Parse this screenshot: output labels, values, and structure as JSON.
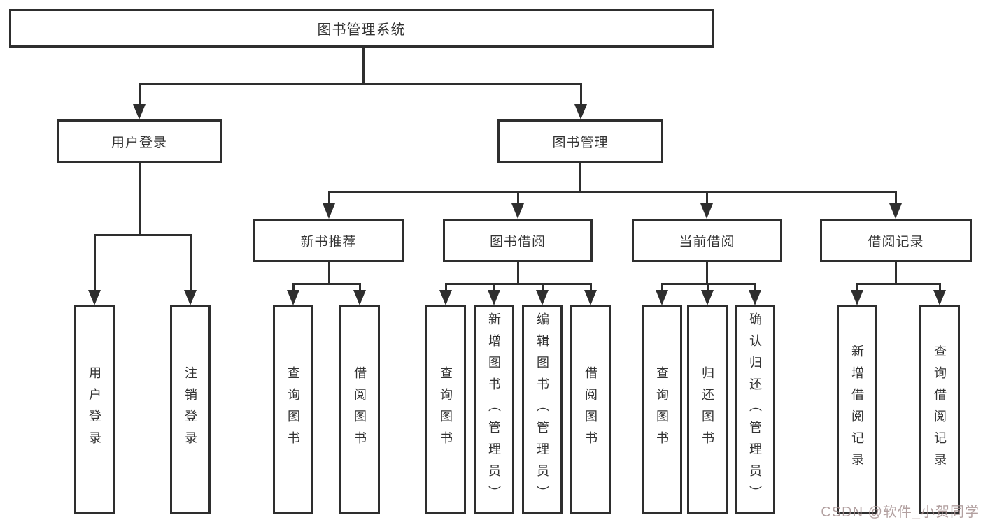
{
  "diagram": {
    "root": "图书管理系统",
    "l2": {
      "userLogin": "用户登录",
      "bookMgmt": "图书管理"
    },
    "l3": {
      "newBookRec": "新书推荐",
      "bookBorrow": "图书借阅",
      "currentBorrow": "当前借阅",
      "borrowRecord": "借阅记录"
    },
    "leaves": {
      "userLogin": "用户登录",
      "logout": "注销登录",
      "queryBook1": "查询图书",
      "borrowBook1": "借阅图书",
      "queryBook2": "查询图书",
      "addBook": "新增图书（管理员）",
      "editBook": "编辑图书（管理员）",
      "borrowBook2": "借阅图书",
      "queryBook3": "查询图书",
      "returnBook": "归还图书",
      "confirmReturn": "确认归还（管理员）",
      "addBorrowRecord": "新增借阅记录",
      "queryBorrowRecord": "查询借阅记录"
    }
  },
  "watermark": {
    "text": "CSDN @软件_小贺同学"
  },
  "colors": {
    "line": "#2e2e2e",
    "text": "#333333",
    "background": "#ffffff",
    "watermark": "#a48f8f"
  }
}
